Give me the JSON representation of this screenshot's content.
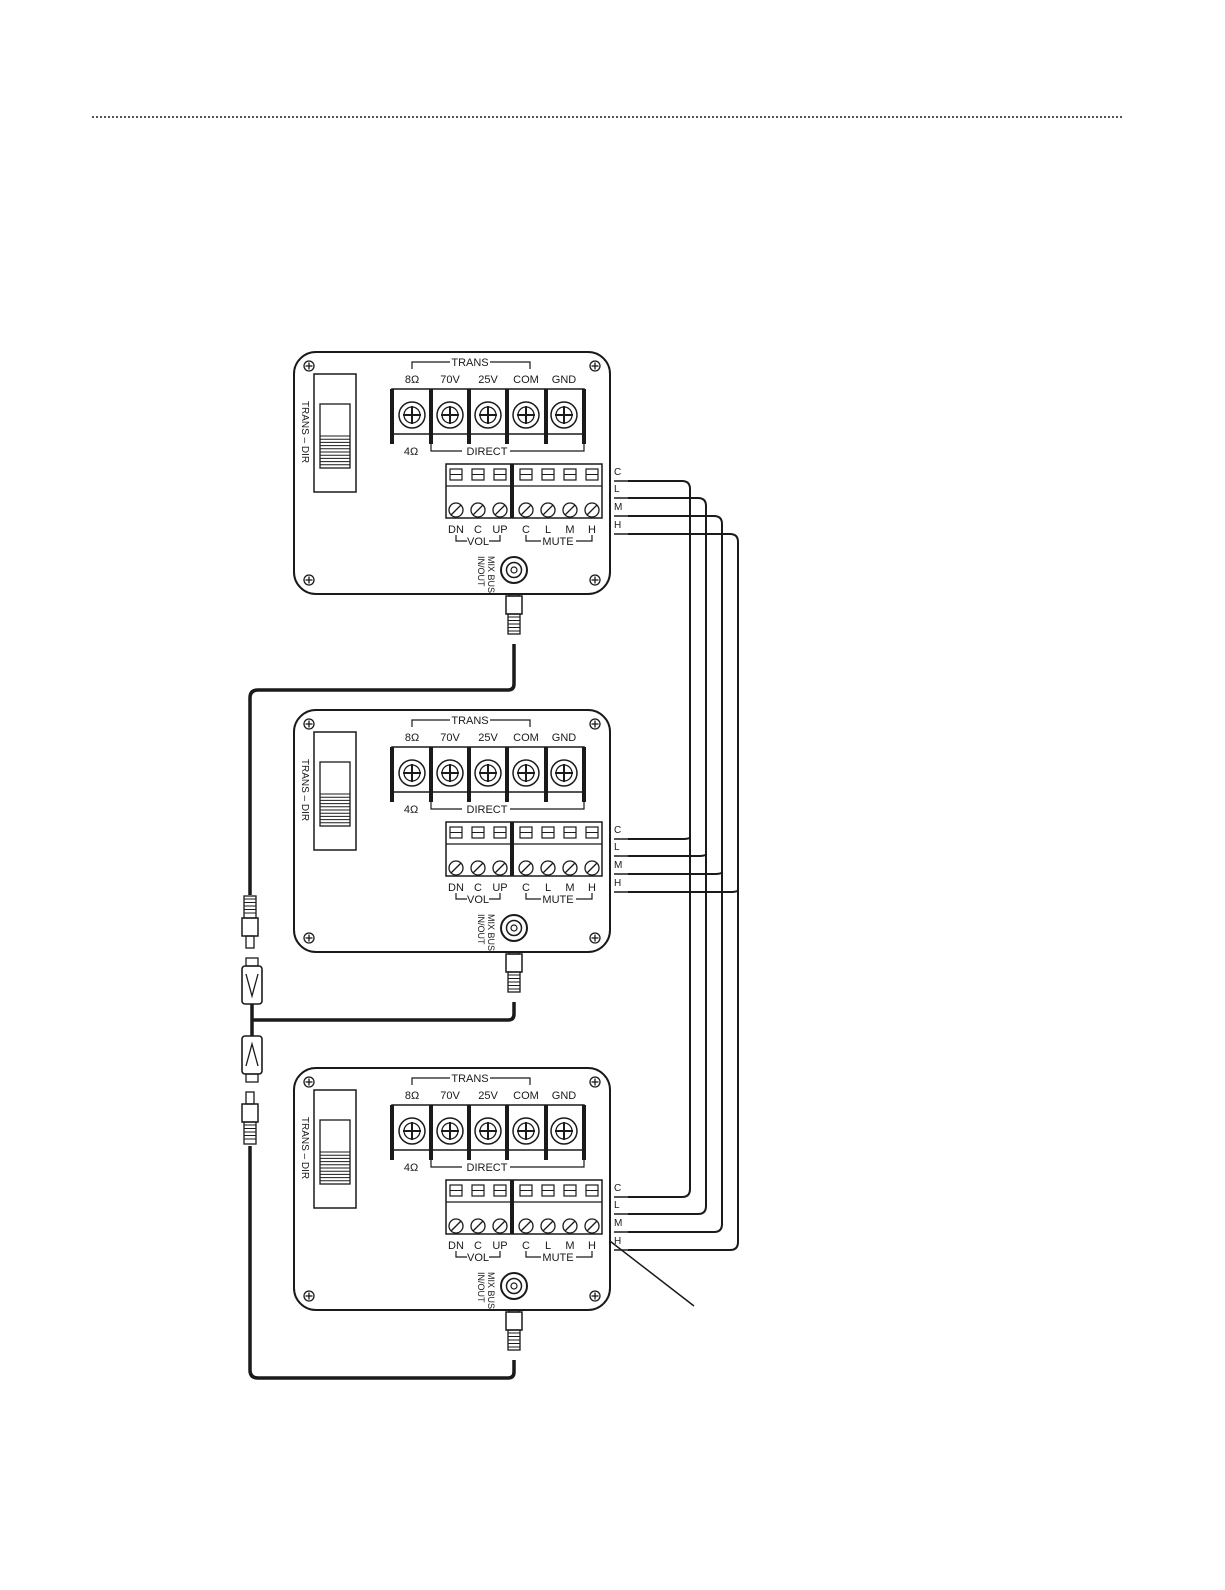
{
  "diagram": {
    "panel": {
      "switch_label": "TRANS – DIR",
      "trans_label": "TRANS",
      "direct_label": "DIRECT",
      "terminals": [
        "8Ω",
        "70V",
        "25V",
        "COM",
        "GND"
      ],
      "ohm4_label": "4Ω",
      "control_pins": [
        "DN",
        "C",
        "UP",
        "C",
        "L",
        "M",
        "H"
      ],
      "vol_label": "VOL",
      "mute_label": "MUTE",
      "mix_bus_label_1": "MIX BUS",
      "mix_bus_label_2": "IN/OUT"
    },
    "wire_labels": [
      "C",
      "L",
      "M",
      "H"
    ],
    "panel_count": 3
  },
  "colors": {
    "ink": "#1a1a1a",
    "panel_fill": "#ffffff"
  }
}
